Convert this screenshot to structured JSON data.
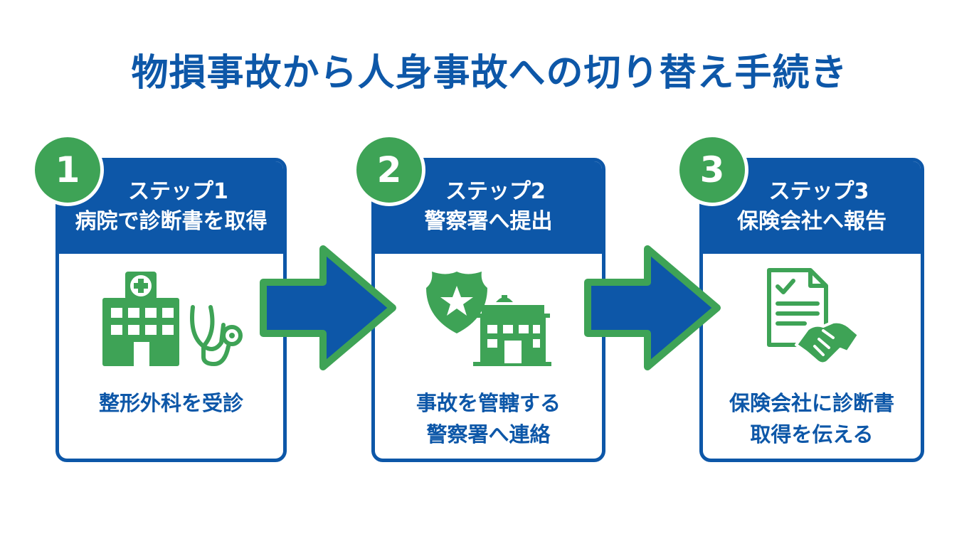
{
  "title": "物損事故から人身事故への切り替え手続き",
  "colors": {
    "primary": "#0d57a8",
    "accent": "#3ea356"
  },
  "steps": [
    {
      "number": "1",
      "label": "ステップ1",
      "title": "病院で診断書を取得",
      "icon": "hospital-stethoscope-icon",
      "desc": [
        "整形外科を受診"
      ]
    },
    {
      "number": "2",
      "label": "ステップ2",
      "title": "警察署へ提出",
      "icon": "police-station-icon",
      "desc": [
        "事故を管轄する",
        "警察署へ連絡"
      ]
    },
    {
      "number": "3",
      "label": "ステップ3",
      "title": "保険会社へ報告",
      "icon": "document-handshake-icon",
      "desc": [
        "保険会社に診断書",
        "取得を伝える"
      ]
    }
  ]
}
